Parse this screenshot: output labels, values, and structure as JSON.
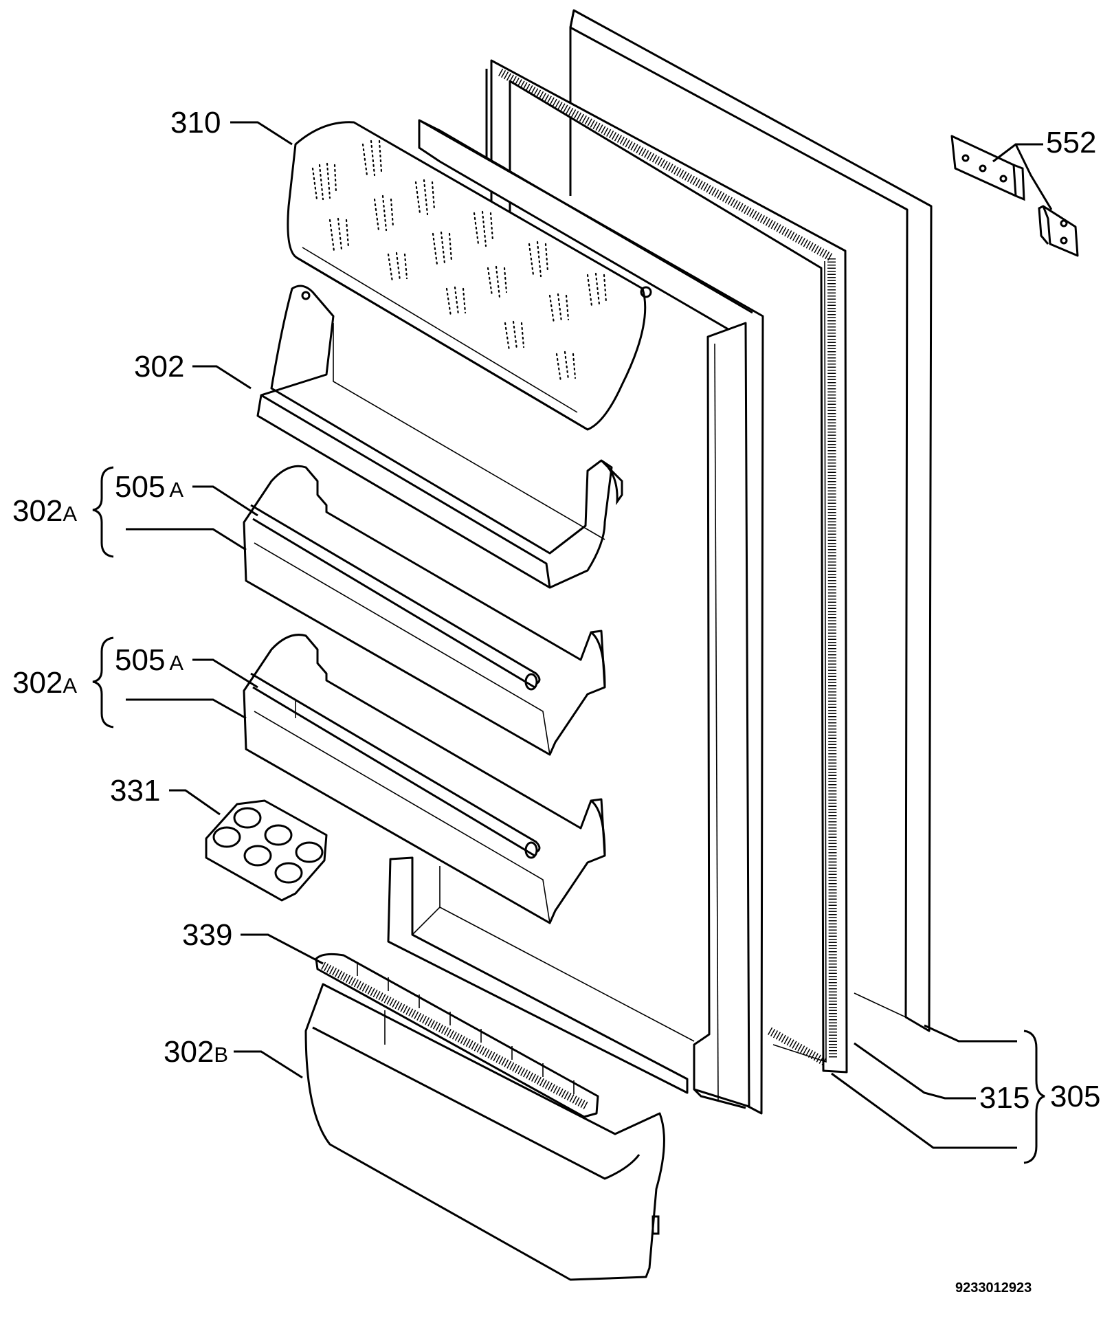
{
  "diagram": {
    "labels": {
      "p310": "310",
      "p302": "302",
      "p302a_1": "302",
      "p302a_1_suffix": "A",
      "p505a_1": "505",
      "p505a_1_suffix": "A",
      "p302a_2": "302",
      "p302a_2_suffix": "A",
      "p505a_2": "505",
      "p505a_2_suffix": "A",
      "p331": "331",
      "p339": "339",
      "p302b": "302",
      "p302b_suffix": "B",
      "p552": "552",
      "p315": "315",
      "p305": "305"
    },
    "catalog_number": "9233012923"
  }
}
